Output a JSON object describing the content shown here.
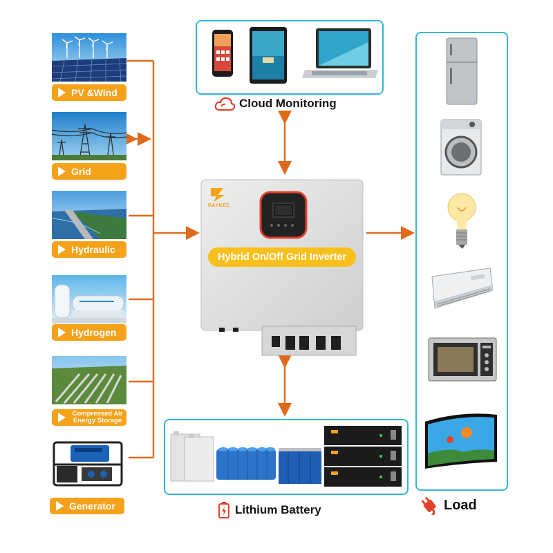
{
  "sources": [
    {
      "id": "pv-wind",
      "label": "PV &Wind",
      "icon": "solar-wind-icon"
    },
    {
      "id": "grid",
      "label": "Grid",
      "icon": "power-tower-icon"
    },
    {
      "id": "hydraulic",
      "label": "Hydraulic",
      "icon": "dam-icon"
    },
    {
      "id": "hydrogen",
      "label": "Hydrogen",
      "icon": "hydrogen-tank-icon"
    },
    {
      "id": "compressed-air",
      "label": "Compressed Air Energy Storage",
      "icon": "pipeline-icon"
    },
    {
      "id": "generator",
      "label": "Generator",
      "icon": "generator-icon"
    }
  ],
  "inverter": {
    "brand": "BAYKEE",
    "label": "Hybrid On/Off Grid Inverter"
  },
  "cloud": {
    "label": "Cloud Monitoring",
    "devices": [
      "phone-icon",
      "tablet-icon",
      "laptop-icon"
    ]
  },
  "battery": {
    "label": "Lithium Battery"
  },
  "load": {
    "label": "Load",
    "items": [
      "fridge-icon",
      "washing-machine-icon",
      "light-bulb-icon",
      "air-conditioner-icon",
      "microwave-icon",
      "tv-icon"
    ]
  },
  "colors": {
    "arrow": "#e06a1b",
    "label_bg": "#f5a21b",
    "panel_border": "#35b5d6",
    "inverter_label_bg": "#f7c01c"
  }
}
